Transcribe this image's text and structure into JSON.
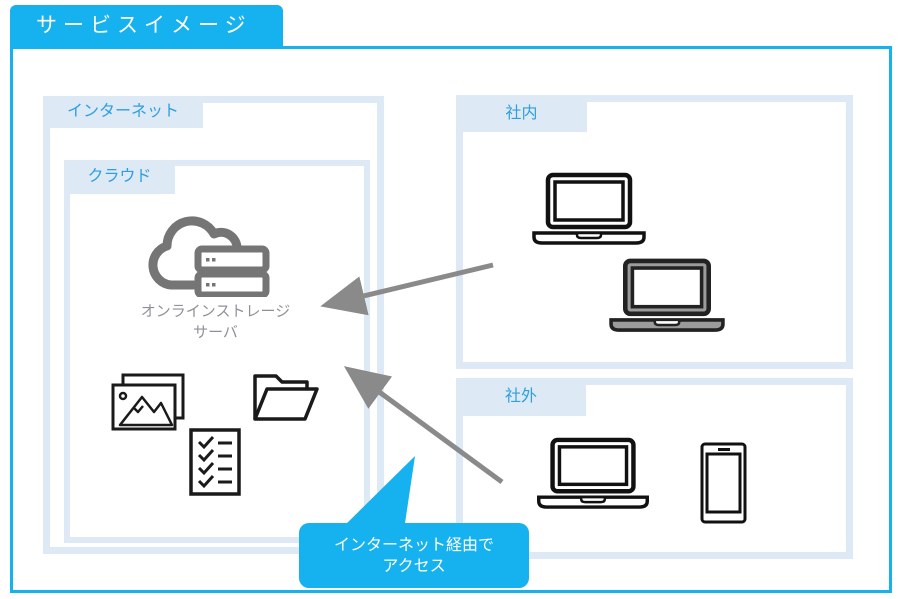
{
  "title": "サービスイメージ",
  "colors": {
    "accent_cyan": "#16b1ef",
    "panel_border": "#dde9f4",
    "label_blue": "#2e9fe0",
    "arrow_gray": "#8a8a8a",
    "icon_black": "#1a1a1a",
    "server_gray": "#757575",
    "laptop_gray": "#9b9b9b",
    "server_text_gray": "#8d929a"
  },
  "panels": {
    "internet": {
      "label": "インターネット"
    },
    "cloud": {
      "label": "クラウド",
      "server_icon": "cloud-server-icon",
      "server_label": {
        "line1": "オンラインストレージ",
        "line2": "サーバ"
      },
      "content_icons": [
        "photos-icon",
        "folder-icon",
        "checklist-icon"
      ]
    },
    "office": {
      "label": "社内",
      "device_icons": [
        "laptop-icon",
        "laptop-gray-icon"
      ]
    },
    "outside": {
      "label": "社外",
      "device_icons": [
        "laptop-icon",
        "smartphone-icon"
      ]
    }
  },
  "callout": {
    "line1": "インターネット経由で",
    "line2": "アクセス"
  },
  "arrows": [
    {
      "from": "office-devices",
      "to": "online-storage-server"
    },
    {
      "from": "outside-devices",
      "to": "online-storage-server"
    }
  ]
}
